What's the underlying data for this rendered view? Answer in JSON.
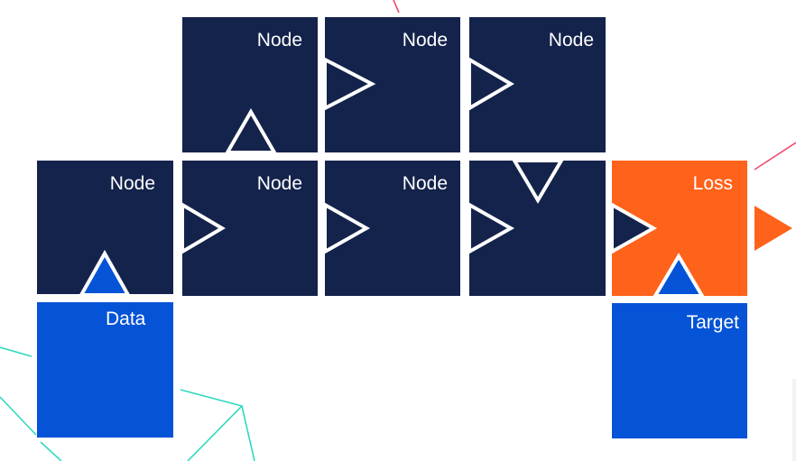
{
  "colors": {
    "node": "#14234b",
    "data": "#0553d6",
    "loss": "#ff621a",
    "edge_stroke": "#ffffff",
    "deco_teal": "#2fd9bf",
    "deco_pink": "#ee4a6e"
  },
  "blocks": [
    {
      "id": "n-top-1",
      "kind": "node",
      "label": "Node"
    },
    {
      "id": "n-top-2",
      "kind": "node",
      "label": "Node"
    },
    {
      "id": "n-top-3",
      "kind": "node",
      "label": "Node"
    },
    {
      "id": "n-mid-1",
      "kind": "node",
      "label": "Node"
    },
    {
      "id": "n-mid-2",
      "kind": "node",
      "label": "Node"
    },
    {
      "id": "n-mid-3",
      "kind": "node",
      "label": "Node"
    },
    {
      "id": "n-mid-4",
      "kind": "node",
      "label": ""
    },
    {
      "id": "loss",
      "kind": "loss",
      "label": "Loss"
    },
    {
      "id": "data",
      "kind": "data",
      "label": "Data"
    },
    {
      "id": "target",
      "kind": "data",
      "label": "Target"
    }
  ]
}
